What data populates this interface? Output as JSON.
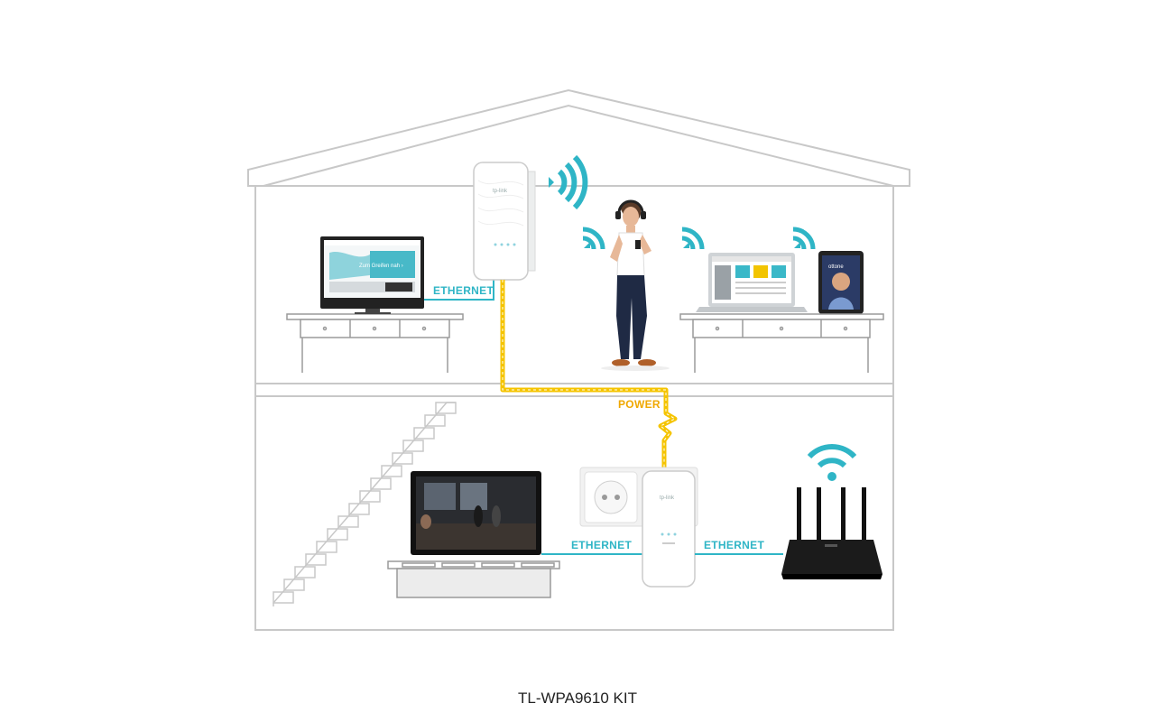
{
  "labels": {
    "ethernet_top": "ETHERNET",
    "power": "POWER",
    "ethernet_tv": "ETHERNET",
    "ethernet_router": "ETHERNET"
  },
  "devices": {
    "adapter_brand": "tp-link",
    "monitor_screen_text": "Zum Greifen nah ›",
    "tablet_screen_text": "ottone"
  },
  "caption": "TL-WPA9610 KIT",
  "colors": {
    "ethernet": "#2fb5c6",
    "power": "#f5c400",
    "wifi": "#2fb5c6",
    "house_outline": "#c8c8c8"
  },
  "icons": [
    "wifi-icon",
    "wifi-broadcast-icon",
    "powerline-adapter-icon",
    "router-icon",
    "monitor-icon",
    "laptop-icon",
    "tablet-icon",
    "tv-icon",
    "wall-socket-icon",
    "person-icon"
  ]
}
